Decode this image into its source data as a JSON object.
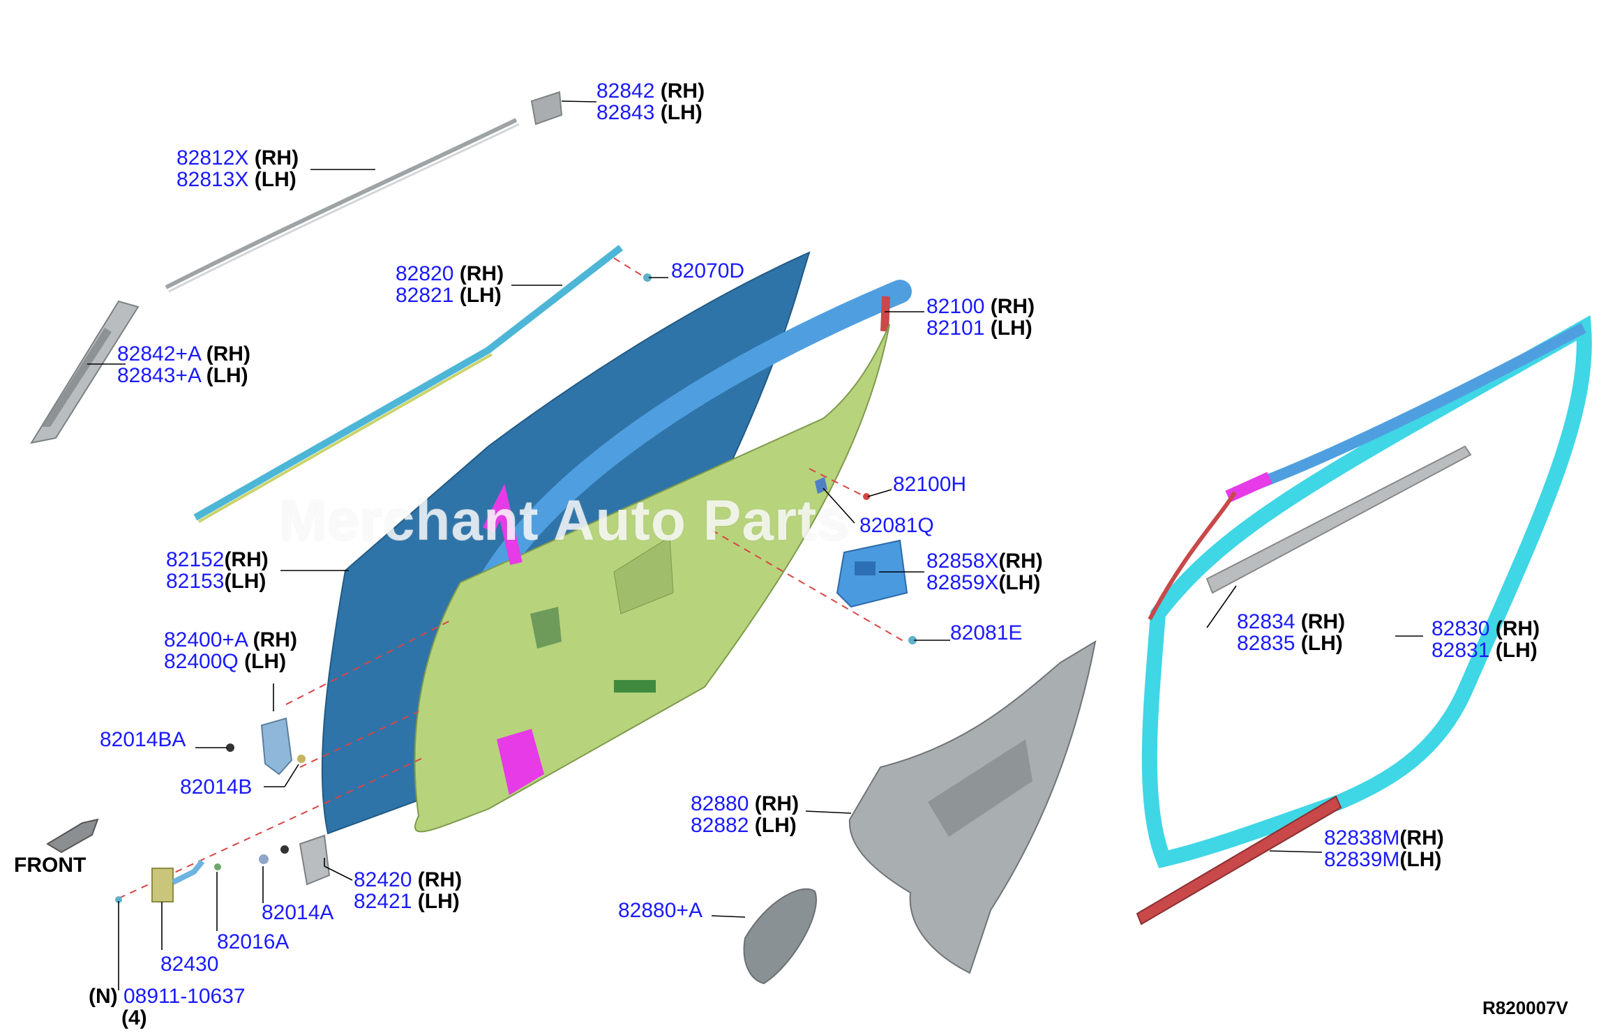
{
  "labels": {
    "l82842": {
      "rh": "82842",
      "lh": "82843",
      "rh_tag": "(RH)",
      "lh_tag": "(LH)"
    },
    "l82812": {
      "rh": "82812X",
      "lh": "82813X",
      "rh_tag": "(RH)",
      "lh_tag": "(LH)"
    },
    "l82820": {
      "rh": "82820",
      "lh": "82821",
      "rh_tag": "(RH)",
      "lh_tag": "(LH)"
    },
    "l82070": {
      "pn": "82070D"
    },
    "l82100": {
      "rh": "82100",
      "lh": "82101",
      "rh_tag": "(RH)",
      "lh_tag": "(LH)"
    },
    "l82842a": {
      "rh": "82842+A",
      "lh": "82843+A",
      "rh_tag": "(RH)",
      "lh_tag": "(LH)"
    },
    "l82100h": {
      "pn": "82100H"
    },
    "l82081q": {
      "pn": "82081Q"
    },
    "l82152": {
      "rh": "82152",
      "lh": "82153",
      "rh_tag": "(RH)",
      "lh_tag": "(LH)"
    },
    "l82858": {
      "rh": "82858X",
      "lh": "82859X",
      "rh_tag": "(RH)",
      "lh_tag": "(LH)"
    },
    "l82400": {
      "rh": "82400+A",
      "lh": "82400Q",
      "rh_tag": "(RH)",
      "lh_tag": "(LH)"
    },
    "l82081e": {
      "pn": "82081E"
    },
    "l82834": {
      "rh": "82834",
      "lh": "82835",
      "rh_tag": "(RH)",
      "lh_tag": "(LH)"
    },
    "l82830": {
      "rh": "82830",
      "lh": "82831",
      "rh_tag": "(RH)",
      "lh_tag": "(LH)"
    },
    "l82014ba": {
      "pn": "82014BA"
    },
    "l82014b": {
      "pn": "82014B"
    },
    "l82880": {
      "rh": "82880",
      "lh": "82882",
      "rh_tag": "(RH)",
      "lh_tag": "(LH)"
    },
    "l82838": {
      "rh": "82838M",
      "lh": "82839M",
      "rh_tag": "(RH)",
      "lh_tag": "(LH)"
    },
    "l82420": {
      "rh": "82420",
      "lh": "82421",
      "rh_tag": "(RH)",
      "lh_tag": "(LH)"
    },
    "l82014a": {
      "pn": "82014A"
    },
    "l82016a": {
      "pn": "82016A"
    },
    "l82880a": {
      "pn": "82880+A"
    },
    "l82430": {
      "pn": "82430"
    },
    "l08911": {
      "pn": "08911-10637",
      "prefix": "(N)",
      "qty": "(4)"
    }
  },
  "front_label": "FRONT",
  "diagram_code": "R820007V",
  "watermark": "Merchant Auto Parts",
  "colors": {
    "part_number": "#1a1aff",
    "door_inner_panel": "#b7d37c",
    "door_outer_panel": "#2f74a8",
    "sash_frame": "#4f9fe0",
    "weatherstrip": "#3fd6e6",
    "moulding_red": "#c9484a",
    "trim_grey": "#a9aeb1",
    "accent_magenta": "#e63be6"
  }
}
